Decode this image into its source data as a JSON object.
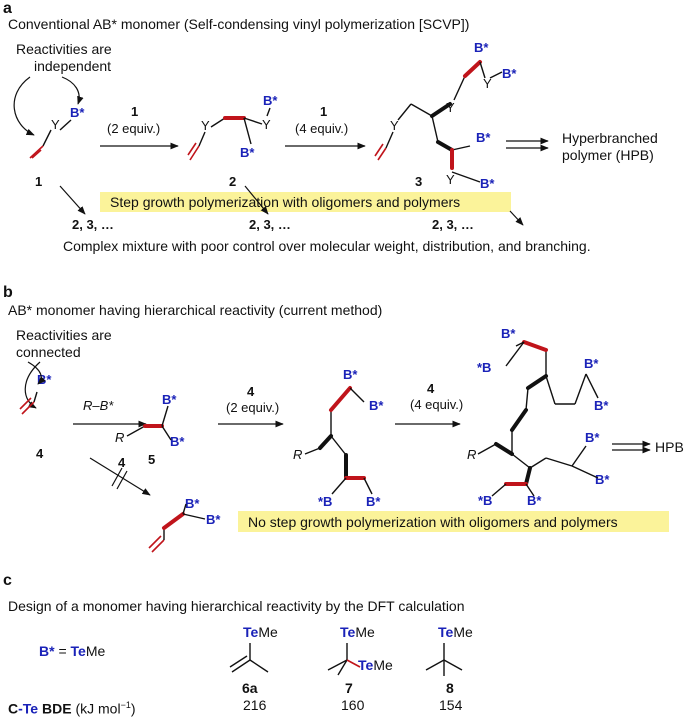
{
  "panel_a": {
    "label": "a",
    "title": "Conventional AB* monomer (Self-condensing vinyl polymerization [SCVP])",
    "note_line1": "Reactivities are",
    "note_line2": "independent",
    "arrow1_reagent": "1",
    "arrow1_equiv": "(2 equiv.)",
    "arrow2_reagent": "1",
    "arrow2_equiv": "(4 equiv.)",
    "product_line1": "Hyperbranched",
    "product_line2": "polymer (HPB)",
    "compound1": "1",
    "compound2": "2",
    "compound3": "3",
    "highlight": "Step growth polymerization with oligomers and polymers",
    "side1": "2, 3, …",
    "side2": "2, 3, …",
    "side3": "2, 3, …",
    "footer": "Complex mixture with poor control over molecular weight, distribution, and branching.",
    "atom_B": "B*",
    "atom_Y": "Y"
  },
  "panel_b": {
    "label": "b",
    "title": "AB* monomer having hierarchical reactivity (current method)",
    "note_line1": "Reactivities are",
    "note_line2": "connected",
    "arrow1_reagent": "R–B*",
    "arrow2_reagent": "4",
    "arrow2_equiv": "(2 equiv.)",
    "arrow3_reagent": "4",
    "arrow3_equiv": "(4 equiv.)",
    "product": "HPB",
    "compound4": "4",
    "compound5": "5",
    "blocked_reagent": "4",
    "highlight": "No step growth polymerization with oligomers and polymers",
    "atom_B": "B*",
    "atom_Bl": "*B",
    "atom_R": "R"
  },
  "panel_c": {
    "label": "c",
    "title": "Design of a monomer having hierarchical reactivity by the DFT calculation",
    "def_b": "B*",
    "def_eq": " = ",
    "def_te": "Te",
    "def_me": "Me",
    "te": "Te",
    "me": "Me",
    "compounds": [
      "6a",
      "7",
      "8"
    ],
    "bde_c": "C",
    "bde_dash": "-",
    "bde_te": "Te",
    "bde_label": " BDE",
    "bde_unit": "(kJ mol",
    "bde_sup": "−1",
    "bde_close": ")",
    "bde_values": [
      "216",
      "160",
      "154"
    ]
  },
  "colors": {
    "blue": "#1a22b8",
    "red": "#c0141b",
    "highlight": "#fbf39a"
  }
}
